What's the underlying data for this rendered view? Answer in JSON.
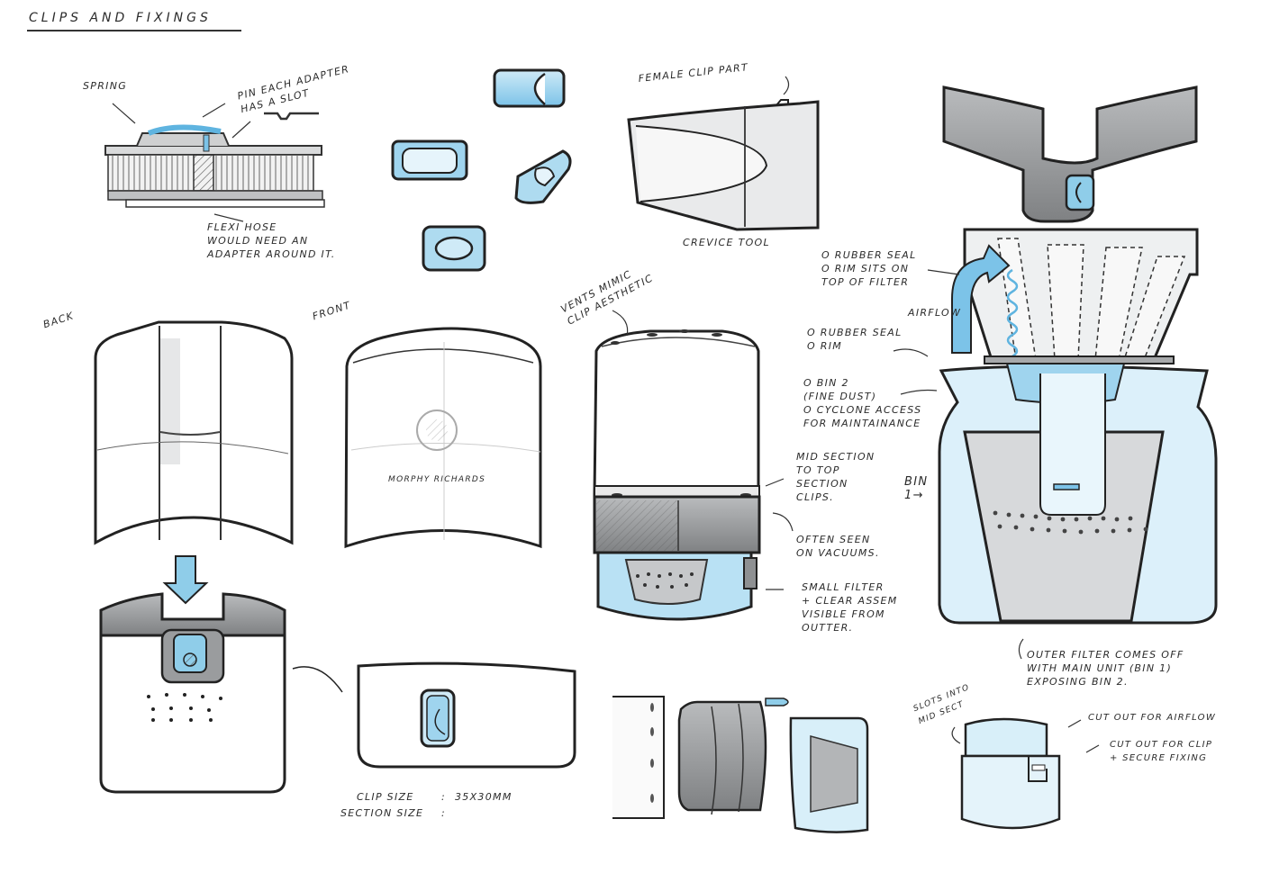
{
  "page": {
    "title": "Clips and Fixings",
    "colors": {
      "paper": "#ffffff",
      "ink": "#2b2b2b",
      "marker_blue": "#9fd4ee",
      "marker_blue_dark": "#5fb4e0",
      "marker_grey": "#9a9c9e",
      "marker_grey_light": "#c9cbcc"
    }
  },
  "hose_section": {
    "label_spring": "Spring",
    "label_pin": "Pin each adapter\nhas a slot",
    "label_flexi": "Flexi hose\nwould need an\nadapter around it."
  },
  "clip_parts": {
    "label_female": "Female clip part",
    "label_crevice": "Crevice tool"
  },
  "views": {
    "label_back": "Back",
    "label_front": "Front",
    "brand_text": "Morphy Richards"
  },
  "clip_detail": {
    "clip_size_label": "Clip size",
    "clip_size_value": "35x30mm",
    "section_size_label": "Section size",
    "section_size_value": ""
  },
  "main_unit": {
    "label_vents": "Vents mimic\nclip aesthetic",
    "label_midsection": "Mid section\nto top\nsection\nclips.",
    "label_often": "Often seen\non vacuums.",
    "label_filter": "Small filter\n+ clear assem\nvisible from\noutter."
  },
  "cyclone": {
    "label_rubber_seal_1": "o Rubber seal\no Rim sits on\n  top of filter",
    "label_airflow": "Airflow",
    "label_rubber_seal_2": "o Rubber seal\no Rim",
    "label_bin2": "o Bin 2\n(Fine dust)\no Cyclone access\nfor maintainance",
    "label_bin1": "Bin\n1→",
    "label_outer_filter": "Outer filter comes off\nwith main unit (Bin 1)\nexposing Bin 2."
  },
  "mini_bin": {
    "label_slots": "Slots into\nmid sect",
    "label_cutout_airflow": "Cut out for airflow",
    "label_cutout_clip": "Cut out for clip\n+ secure fixing"
  }
}
